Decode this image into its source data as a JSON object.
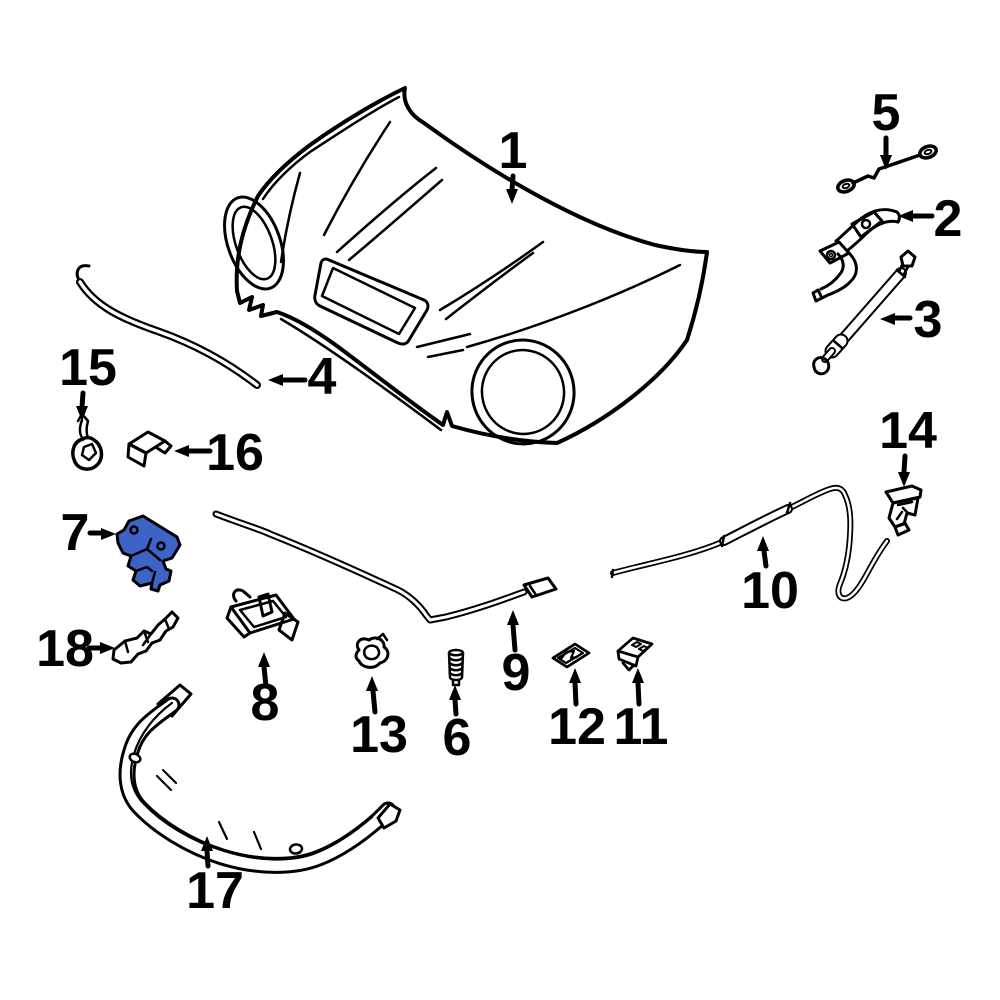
{
  "figure": {
    "background_color": "#ffffff",
    "line_color": "#000000",
    "highlight_color": "#3d63c6",
    "highlighted_callout": "7",
    "callouts": [
      {
        "number": "1"
      },
      {
        "number": "2"
      },
      {
        "number": "3"
      },
      {
        "number": "4"
      },
      {
        "number": "5"
      },
      {
        "number": "6"
      },
      {
        "number": "7"
      },
      {
        "number": "8"
      },
      {
        "number": "9"
      },
      {
        "number": "10"
      },
      {
        "number": "11"
      },
      {
        "number": "12"
      },
      {
        "number": "13"
      },
      {
        "number": "14"
      },
      {
        "number": "15"
      },
      {
        "number": "16"
      },
      {
        "number": "17"
      },
      {
        "number": "18"
      }
    ]
  }
}
